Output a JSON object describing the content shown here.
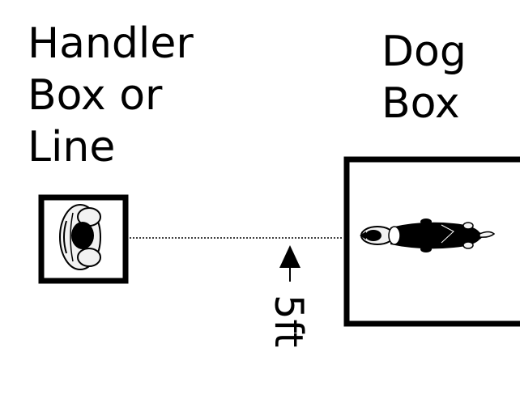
{
  "handler": {
    "label_lines": [
      "Handler",
      "Box or",
      "Line"
    ]
  },
  "dog": {
    "label_lines": [
      "Dog",
      "Box"
    ]
  },
  "distance": {
    "label": "5ft"
  },
  "colors": {
    "ink": "#000000",
    "background": "#ffffff",
    "figure_light": "#f0f0f0"
  },
  "icons": [
    "handler-top-view-icon",
    "dog-top-view-icon",
    "arrow-up-icon"
  ]
}
